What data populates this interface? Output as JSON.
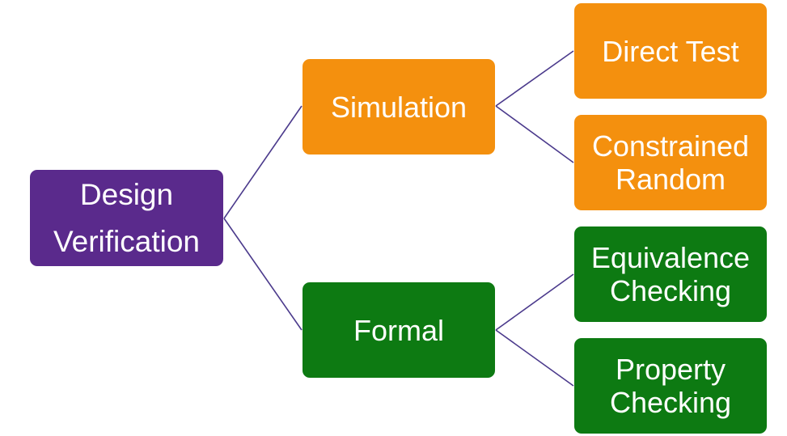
{
  "root": {
    "line1": "Design",
    "line2": "Verification"
  },
  "branches": {
    "simulation": {
      "label": "Simulation",
      "children": {
        "direct_test": {
          "line1": "Direct Test"
        },
        "constrained_random": {
          "line1": "Constrained",
          "line2": "Random"
        }
      }
    },
    "formal": {
      "label": "Formal",
      "children": {
        "equivalence_checking": {
          "line1": "Equivalence",
          "line2": "Checking"
        },
        "property_checking": {
          "line1": "Property",
          "line2": "Checking"
        }
      }
    }
  },
  "colors": {
    "root": "#5a2a8c",
    "simulation": "#f4900e",
    "formal": "#0d7a12",
    "connector": "#4b3a8c"
  }
}
